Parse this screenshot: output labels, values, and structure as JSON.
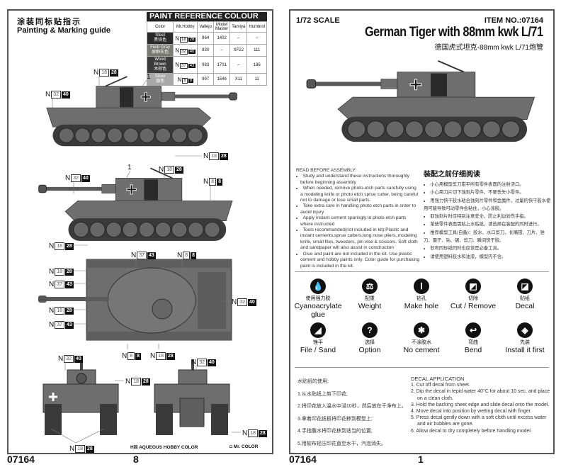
{
  "left_page": {
    "title_zh": "涂装同标贴指示",
    "title_en": "Painting & Marking guide",
    "paint_table": {
      "title": "PAINT REFERENCE COLOUR",
      "headers": [
        "Color",
        "Mr.Hobby",
        "Vallejo",
        "Model Master",
        "Tamiya",
        "Humbrol"
      ],
      "rows": [
        {
          "name": "Steel",
          "name_zh": "黑铁色",
          "swatch": "#2a2a2a",
          "n1": "18",
          "n2": "28",
          "vallejo": "864",
          "model_master": "1402",
          "tamiya": "–",
          "humbrol": "–"
        },
        {
          "name": "Field Gray",
          "name_zh": "原野灰色",
          "swatch": "#7a7a72",
          "n1": "32",
          "n2": "40",
          "vallejo": "830",
          "model_master": "–",
          "tamiya": "XF22",
          "humbrol": "111"
        },
        {
          "name": "Wood Brown",
          "name_zh": "木棕色",
          "swatch": "#3b3b3b",
          "n1": "37",
          "n2": "43",
          "vallejo": "983",
          "model_master": "1701",
          "tamiya": "–",
          "humbrol": "186"
        },
        {
          "name": "Silver",
          "name_zh": "银色",
          "swatch": "#a8a8a8",
          "n1": "8",
          "n2": "8",
          "vallejo": "997",
          "model_master": "1546",
          "tamiya": "X11",
          "humbrol": "11"
        }
      ]
    },
    "callouts": [
      {
        "n1": "18",
        "n2": "28"
      },
      {
        "n1": "32",
        "n2": "40"
      },
      {
        "n1": "18",
        "n2": "28"
      },
      {
        "n1": "32",
        "n2": "40"
      },
      {
        "n1": "18",
        "n2": "28"
      },
      {
        "n1": "8",
        "n2": "8"
      },
      {
        "n1": "18",
        "n2": "28"
      },
      {
        "n1": "37",
        "n2": "43"
      },
      {
        "n1": "8",
        "n2": "8"
      },
      {
        "n1": "18",
        "n2": "28"
      },
      {
        "n1": "37",
        "n2": "43"
      },
      {
        "n1": "18",
        "n2": "28"
      },
      {
        "n1": "37",
        "n2": "43"
      },
      {
        "n1": "32",
        "n2": "40"
      },
      {
        "n1": "8",
        "n2": "8"
      },
      {
        "n1": "18",
        "n2": "28"
      },
      {
        "n1": "32",
        "n2": "40"
      },
      {
        "n1": "18",
        "n2": "28"
      },
      {
        "n1": "32",
        "n2": "40"
      },
      {
        "n1": "18",
        "n2": "28"
      },
      {
        "n1": "18",
        "n2": "28"
      }
    ],
    "callout_prefix": "N",
    "decal_number": "1",
    "legend_aqueous": "H☒ AQUEOUS HOBBY COLOR",
    "legend_mrcolor": "◘ Mr. COLOR",
    "footer_item": "07164",
    "footer_page": "8"
  },
  "right_page": {
    "scale": "1/72 SCALE",
    "item_no": "ITEM NO.:07164",
    "title": "German Tiger with 88mm kwk L/71",
    "title_zh": "德国虎式坦克-88mm kwk L/71炮管",
    "read_before": {
      "heading": "READ BEFORE ASSEMBLY:",
      "items": [
        "Study and understand these instructions thoroughly before beginning assembly",
        "When needed, remove photo-etch parts carefully using a modeling knife or photo etch sprue cutter, being careful not to damage or lose small parts.",
        "Take extra care in handling photo etch parts in order to avoid injury",
        "Apply instant cement sparingly to photo etch parts where instructed",
        "Tools recommanded(not included in kit):Plastic and instant cements,sprue cutters,long nose pliers,,modeling knife, small files, tweezers, pin vise & scissors. Soft cloth and sandpaper will also assist in construction",
        "Glue and paint are not included in the kit. Use plastic cement and hobby paints only. Color guide for purchasing paint is included in the kit."
      ]
    },
    "read_before_zh": {
      "heading": "装配之前仔细阅读",
      "items": [
        "小心用模型剪刀钳平所有零件表面的注射浇口。",
        "小心用刀片切下蚀刻片零件，不要丢失小零件。",
        "用强力快干胶水粘合蚀刻片零件和金属件，过量的快干胶水使用可能导致可动零件会粘住，小心涂胶。",
        "取蚀刻片时应特别注意安全，防止利边划伤手指。",
        "某些零件表面需贴上水贴纸，请选择在装配的同时进行。",
        "推荐模型工具(自备)：胶水、水口剪刀、长嘴钳、刀片、锉刀、镊子、钻、锯、剪刀、瞬间快干胶。",
        "软布同砂纸同时也应该是必备工具。",
        "请使用塑料胶水和油漆，模型内不含。"
      ]
    },
    "symbols": [
      {
        "icon": "glue-drop-icon",
        "glyph": "💧",
        "zh": "使用强力胶",
        "en": "Cyanoacrylate glue"
      },
      {
        "icon": "weight-icon",
        "glyph": "⚖",
        "zh": "配重",
        "en": "Weight"
      },
      {
        "icon": "drill-icon",
        "glyph": "Ⅰ",
        "zh": "钻孔",
        "en": "Make hole"
      },
      {
        "icon": "cut-icon",
        "glyph": "◩",
        "zh": "切除",
        "en": "Cut / Remove"
      },
      {
        "icon": "decal-icon",
        "glyph": "◪",
        "zh": "贴纸",
        "en": "Decal"
      },
      {
        "icon": "file-icon",
        "glyph": "◢",
        "zh": "锉平",
        "en": "File / Sand"
      },
      {
        "icon": "question-icon",
        "glyph": "?",
        "zh": "选择",
        "en": "Option"
      },
      {
        "icon": "no-cement-icon",
        "glyph": "✱",
        "zh": "不涂胶水",
        "en": "No cement"
      },
      {
        "icon": "bend-icon",
        "glyph": "↩",
        "zh": "弯曲",
        "en": "Bend"
      },
      {
        "icon": "install-first-icon",
        "glyph": "◈",
        "zh": "先装",
        "en": "Install it first"
      }
    ],
    "decal_zh": {
      "heading": "水贴纸的使用:",
      "steps": [
        "1.从水贴纸上剪下印花;",
        "2.将印花放入温水中浸10秒，然后放在干净布上。",
        "3.拿着印花纸板将印花移到模型上;",
        "4.手指蘸水将印花移到适当的位置;",
        "5.用软布轻压印花直至水干，汽泡消失。"
      ]
    },
    "decal_en": {
      "heading": "DECAL APPLICATION",
      "steps": [
        "1. Cut off decal from sheet.",
        "2. Dip the decal in tepid water 40°C for about 10 sec. and place on a clean cloth.",
        "3. Hold the backing sheet edge and slide decal onto the model.",
        "4. Move decal into position by wetting decal with finger.",
        "5. Press decal gently down with a soft cloth until excess water and air bubbles are gone.",
        "6. Allow decal to dry completely before handling model."
      ]
    },
    "footer_item": "07164",
    "footer_page": "1"
  },
  "colors": {
    "tank_body": "#6e6e6e",
    "tank_dark": "#3a3a3a",
    "frame": "#555555"
  }
}
